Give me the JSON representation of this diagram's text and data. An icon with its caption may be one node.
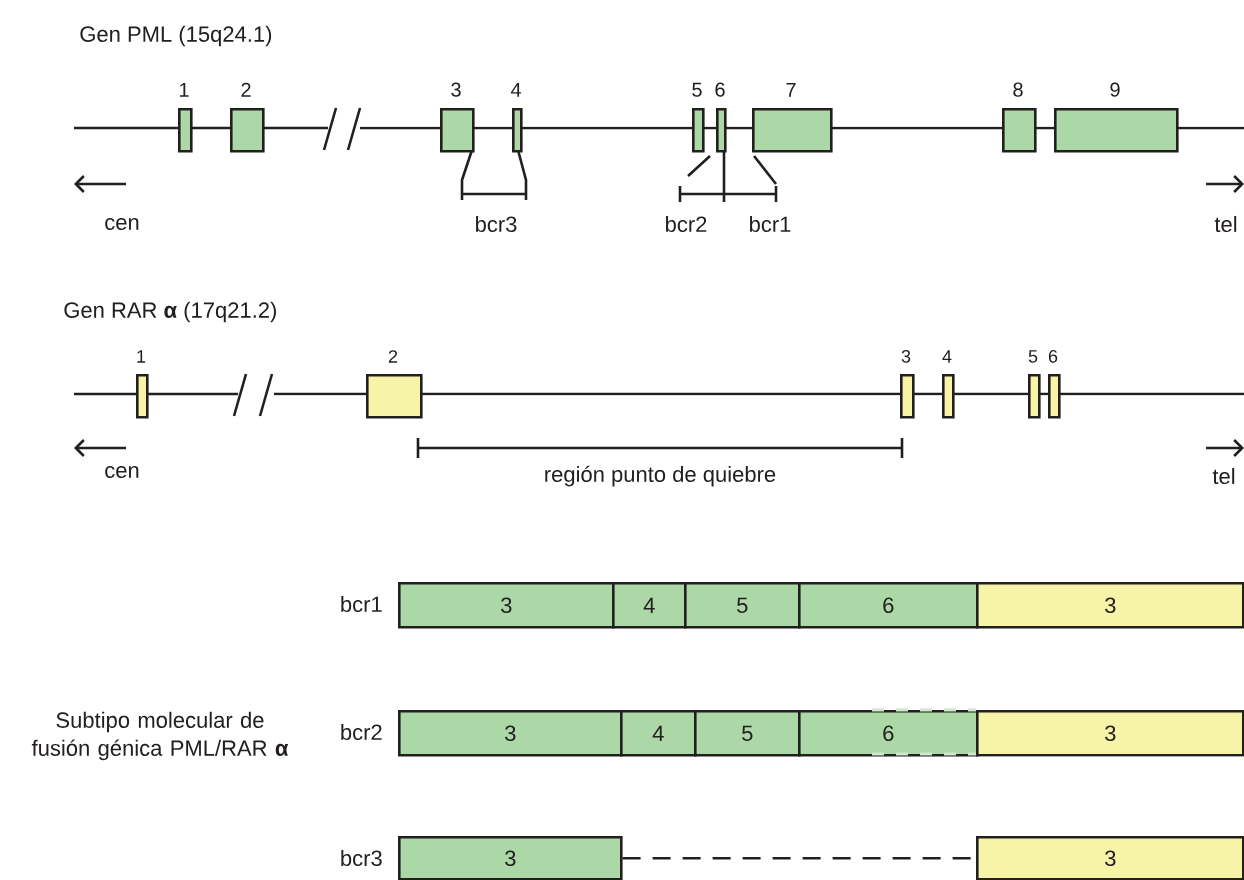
{
  "diagram": {
    "nodes": [
      {
        "text": [
          "1"
        ]
      },
      {
        "text": [
          "2"
        ]
      },
      {
        "text": [
          "3"
        ]
      },
      {
        "text": [
          "4"
        ]
      },
      {
        "text": [
          "5"
        ]
      },
      {
        "text": [
          "6"
        ]
      },
      {
        "text": [
          "7"
        ]
      },
      {
        "text": [
          "8"
        ]
      },
      {
        "text": [
          "9"
        ]
      },
      {
        "text": [
          "1"
        ]
      },
      {
        "text": [
          "2"
        ]
      },
      {
        "text": [
          "3"
        ]
      },
      {
        "text": [
          "4"
        ]
      },
      {
        "text": [
          "5"
        ]
      },
      {
        "text": [
          "6"
        ]
      },
      {
        "text": [
          "3"
        ]
      },
      {
        "text": [
          "4"
        ]
      },
      {
        "text": [
          "5"
        ]
      },
      {
        "text": [
          "6"
        ]
      },
      {
        "text": [
          "3"
        ]
      },
      {
        "text": [
          "3"
        ]
      },
      {
        "text": [
          "4"
        ]
      },
      {
        "text": [
          "5"
        ]
      },
      {
        "text": [
          "6"
        ]
      },
      {
        "text": [
          "3"
        ]
      },
      {
        "text": [
          "3"
        ]
      },
      {
        "text": [
          "3"
        ]
      }
    ],
    "edges": [
      {
        "from": 25,
        "to": 26,
        "arrow": "none",
        "style": "dashed"
      }
    ],
    "labels": [
      "Gen PML (15q24.1)",
      "cen",
      "bcr3",
      "bcr2",
      "bcr1",
      "tel",
      "Gen RAR **α** (17q21.2)",
      "cen",
      "región punto de quiebre",
      "tel",
      "bcr1",
      "Subtipo molecular de fusión génica PML/RAR **α**",
      "bcr2",
      "bcr3"
    ]
  }
}
